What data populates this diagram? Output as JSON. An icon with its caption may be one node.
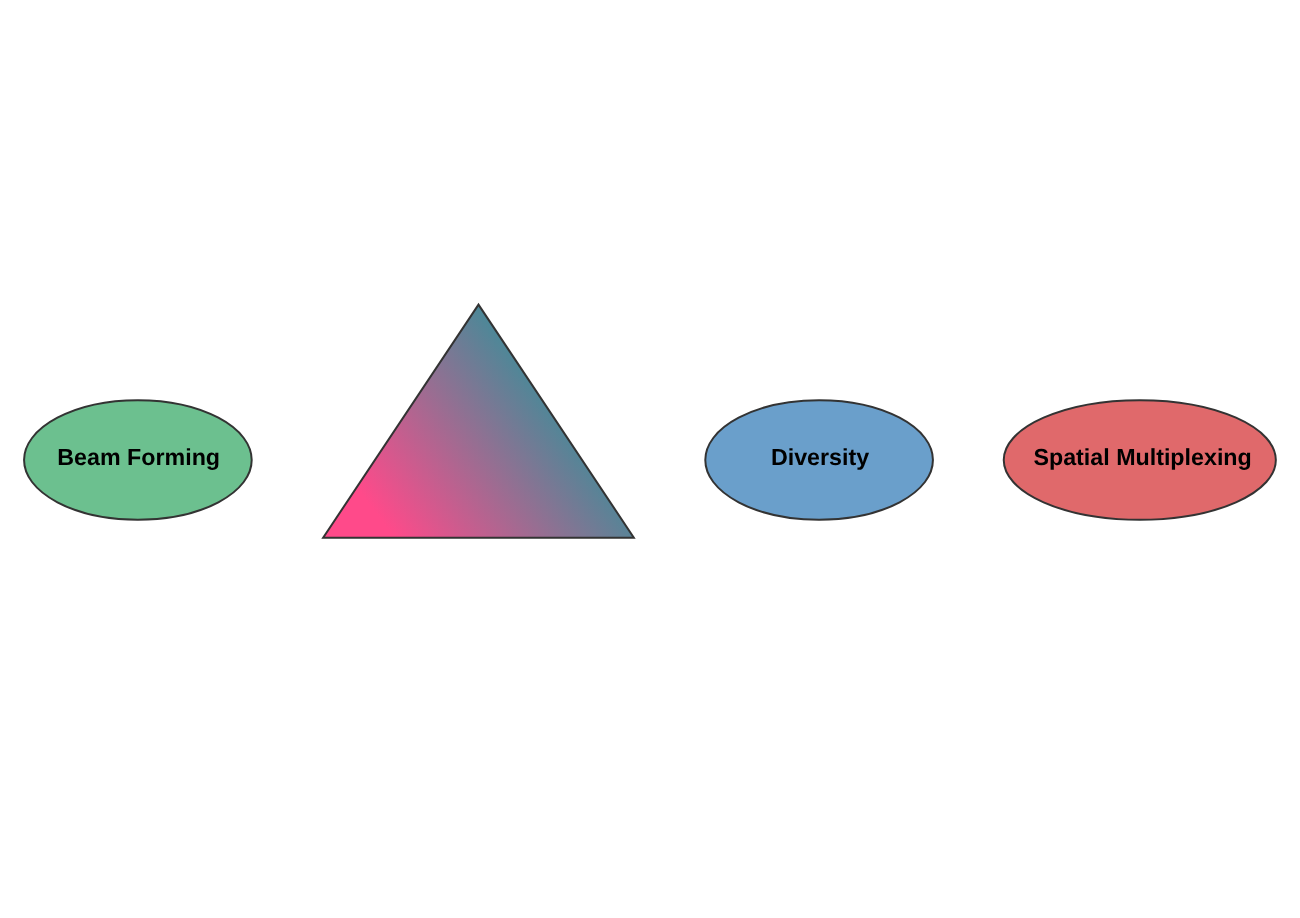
{
  "diagram": {
    "nodes": [
      {
        "text": [
          "Beam Forming"
        ]
      },
      {
        "text": [],
        "shape": "triangle"
      },
      {
        "text": [
          "Diversity"
        ]
      },
      {
        "text": [
          "Spatial Multiplexing"
        ]
      }
    ]
  }
}
